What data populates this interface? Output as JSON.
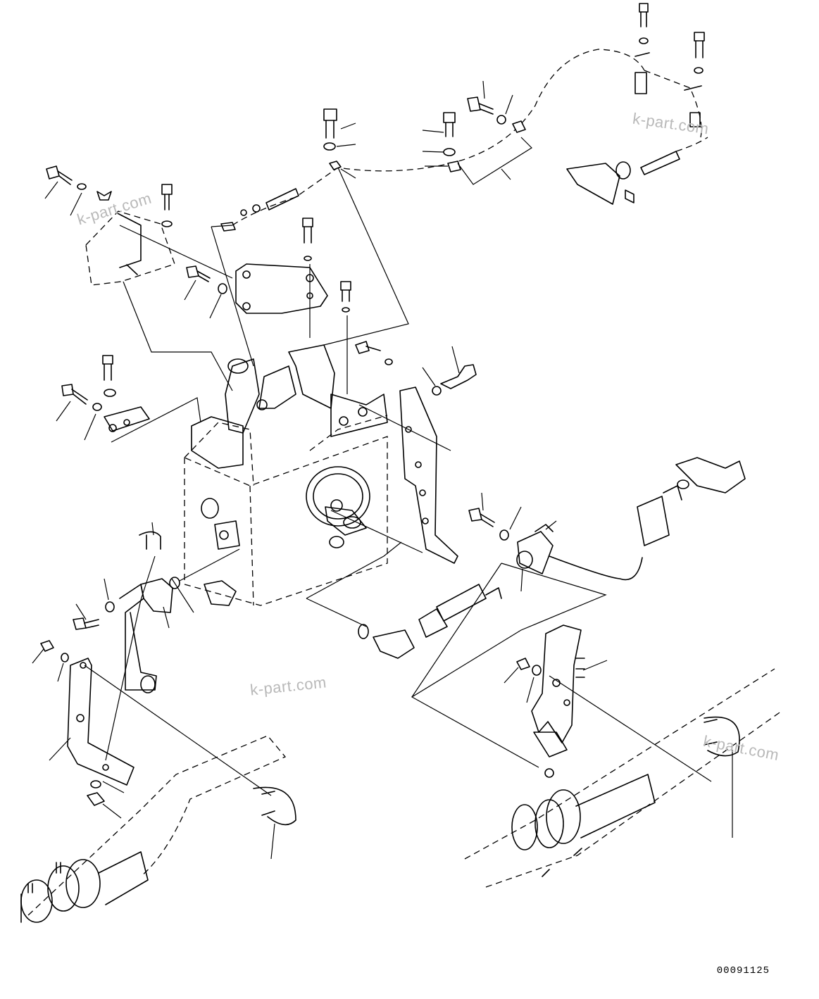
{
  "watermarks": [
    "k-part.com",
    "k-part.com",
    "k-part.com",
    "k-part.com"
  ],
  "diagram_code": "00091125"
}
